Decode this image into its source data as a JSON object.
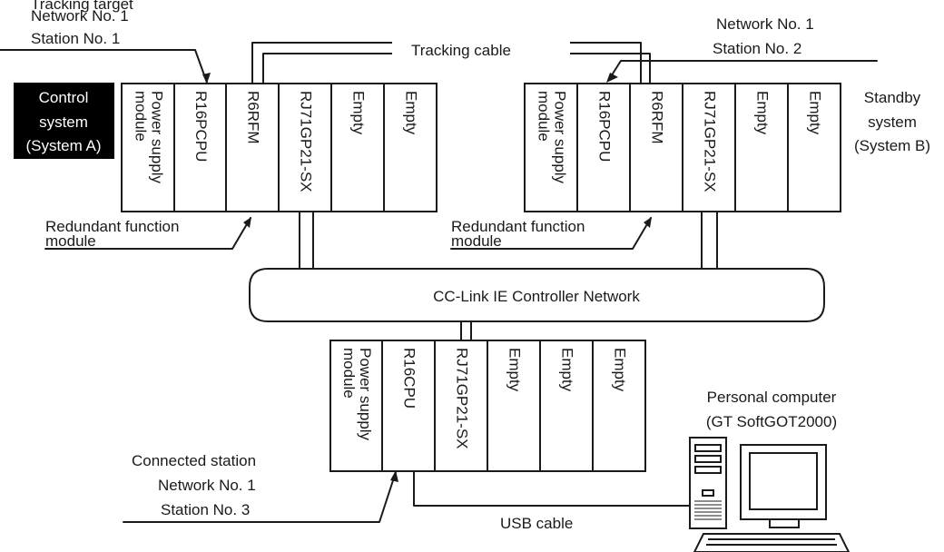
{
  "top_left_note": {
    "line1": "Tracking target",
    "line2": "Network No. 1",
    "line3": "Station No. 1"
  },
  "top_right_note": {
    "line1": "Network No. 1",
    "line2": "Station No. 2"
  },
  "tracking_cable_label": "Tracking cable",
  "control_system": {
    "line1": "Control",
    "line2": "system",
    "line3": "(System A)"
  },
  "standby_system": {
    "line1": "Standby",
    "line2": "system",
    "line3": "(System B)"
  },
  "redundant_module_a": {
    "line1": "Redundant function",
    "line2": "module"
  },
  "redundant_module_b": {
    "line1": "Redundant function",
    "line2": "module"
  },
  "network_label": "CC-Link IE Controller Network",
  "connected_station": {
    "line1": "Connected station",
    "line2": "Network No. 1",
    "line3": "Station No. 3"
  },
  "pc_label": {
    "line1": "Personal computer",
    "line2": "(GT SoftGOT2000)"
  },
  "usb_cable_label": "USB cable",
  "colors": {
    "line": "#1a1a1a",
    "control_badge_bg": "#000000",
    "control_badge_text": "#ffffff"
  },
  "base_a": [
    {
      "name": "power-supply-module",
      "lines": [
        "Power supply",
        "module"
      ]
    },
    {
      "name": "cpu-module",
      "lines": [
        "R16PCPU"
      ]
    },
    {
      "name": "redundant-module",
      "lines": [
        "R6RFM"
      ]
    },
    {
      "name": "network-module",
      "lines": [
        "RJ71GP21-SX"
      ]
    },
    {
      "name": "empty-slot",
      "lines": [
        "Empty"
      ]
    },
    {
      "name": "empty-slot",
      "lines": [
        "Empty"
      ]
    }
  ],
  "base_b": [
    {
      "name": "power-supply-module",
      "lines": [
        "Power supply",
        "module"
      ]
    },
    {
      "name": "cpu-module",
      "lines": [
        "R16PCPU"
      ]
    },
    {
      "name": "redundant-module",
      "lines": [
        "R6RFM"
      ]
    },
    {
      "name": "network-module",
      "lines": [
        "RJ71GP21-SX"
      ]
    },
    {
      "name": "empty-slot",
      "lines": [
        "Empty"
      ]
    },
    {
      "name": "empty-slot",
      "lines": [
        "Empty"
      ]
    }
  ],
  "base_c": [
    {
      "name": "power-supply-module",
      "lines": [
        "Power supply",
        "module"
      ]
    },
    {
      "name": "cpu-module",
      "lines": [
        "R16CPU"
      ]
    },
    {
      "name": "network-module",
      "lines": [
        "RJ71GP21-SX"
      ]
    },
    {
      "name": "empty-slot",
      "lines": [
        "Empty"
      ]
    },
    {
      "name": "empty-slot",
      "lines": [
        "Empty"
      ]
    },
    {
      "name": "empty-slot",
      "lines": [
        "Empty"
      ]
    }
  ]
}
